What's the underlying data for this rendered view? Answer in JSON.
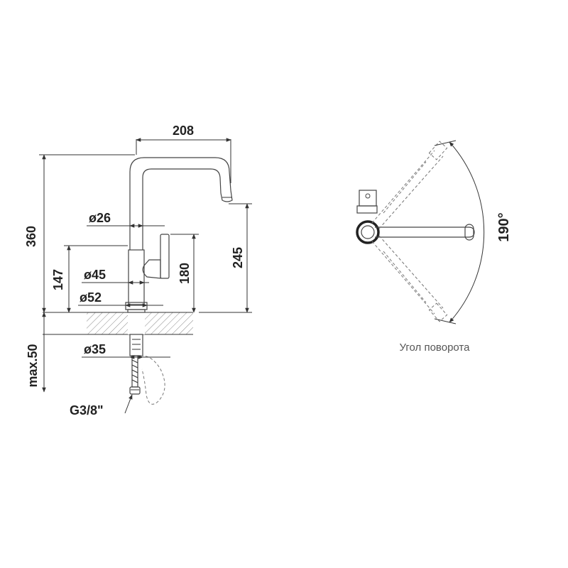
{
  "faucet_view": {
    "dims": {
      "spout_reach": "208",
      "total_height": "360",
      "spout_outlet_height": "245",
      "lever_height": "180",
      "body_height": "147",
      "max_counter_thickness": "max.50",
      "spout_diameter": "ø26",
      "body_diameter": "ø45",
      "base_diameter": "ø52",
      "shank_diameter": "ø35",
      "thread": "G3/8\""
    }
  },
  "rotation_view": {
    "angle": "190°",
    "caption": "Угол поворота"
  },
  "colors": {
    "line": "#333333",
    "hatch": "#888888",
    "dashed": "#777777"
  }
}
